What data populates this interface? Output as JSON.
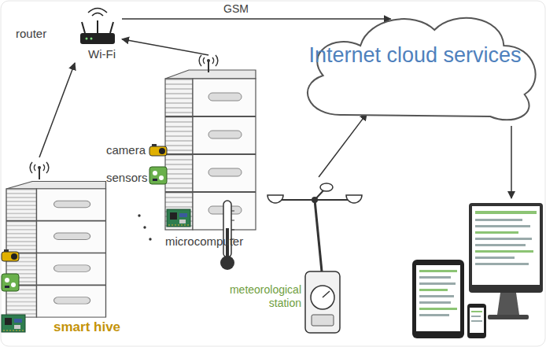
{
  "diagram": {
    "nodes": [
      {
        "text": [
          "router",
          "Wi-Fi"
        ]
      },
      {
        "text": [
          "smart hive"
        ]
      },
      {
        "text": [
          "camera",
          "sensors",
          "microcomputer"
        ]
      },
      {
        "text": [
          "Internet cloud services"
        ]
      },
      {
        "text": [
          "meteorological station"
        ]
      }
    ],
    "edges": [
      {
        "from": 1,
        "to": 0,
        "arrow": "to"
      },
      {
        "from": 2,
        "to": 0,
        "arrow": "to"
      },
      {
        "from": 0,
        "to": 3,
        "label": "GSM",
        "arrow": "to"
      },
      {
        "from": 4,
        "to": 3,
        "arrow": "to"
      }
    ]
  }
}
